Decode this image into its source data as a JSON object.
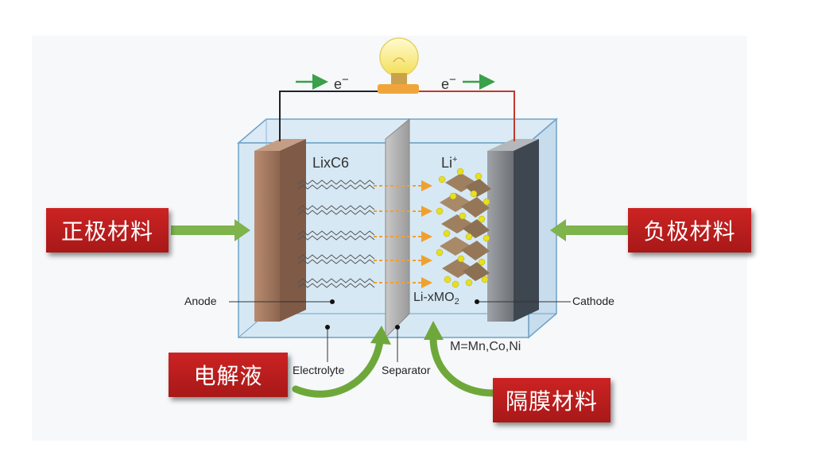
{
  "electron_label": "e",
  "electron_sup": "−",
  "labels": {
    "lixc6": "LixC6",
    "li_ion": "Li",
    "li_ion_sup": "+",
    "li_xmo2": "Li-xMO",
    "li_xmo2_sub": "2",
    "metals": "M=Mn,Co,Ni",
    "anode": "Anode",
    "cathode": "Cathode",
    "electrolyte": "Electrolyte",
    "separator": "Separator"
  },
  "callouts": {
    "positive_material": "正极材料",
    "negative_material": "负极材料",
    "electrolyte": "电解液",
    "separator_material": "隔膜材料"
  },
  "colors": {
    "callout_red": "#c41f1f",
    "arrow_green": "#6fa83a",
    "electrolyte_blue": "#cfe4f2",
    "anode_brown": "#a67a5e",
    "cathode_gray": "#8b8f94",
    "separator_gray": "#b8b8b8",
    "ion_orange": "#f0a030",
    "ion_yellow": "#e8e020"
  }
}
